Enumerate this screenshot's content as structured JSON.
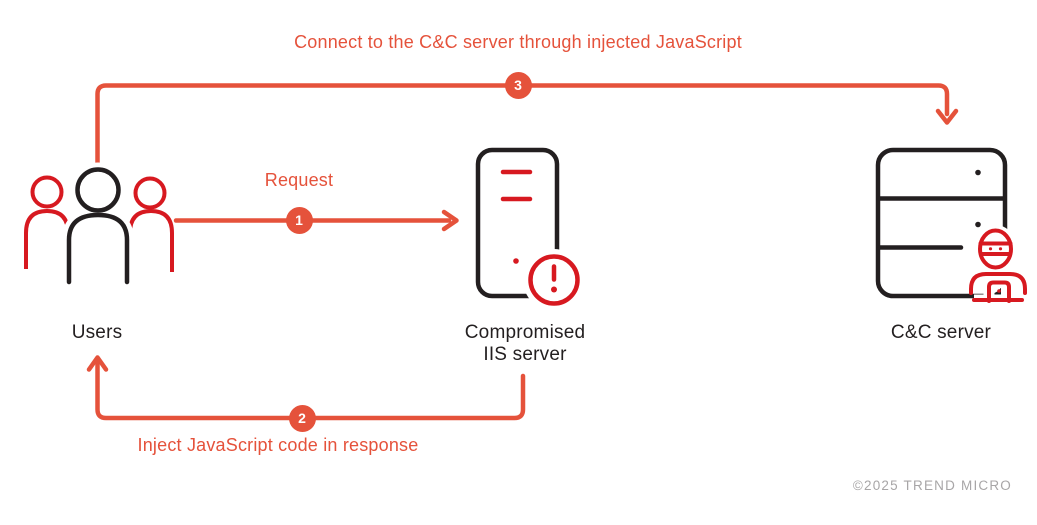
{
  "page": {
    "background": "#FFFFFF"
  },
  "colors": {
    "flow_orange": "#E5523B",
    "accent_red": "#D71920",
    "icon_black": "#231F20",
    "muted_gray": "#A8A6A7"
  },
  "diagram": {
    "nodes": [
      {
        "id": "users",
        "label": "Users",
        "icon": "users-icon"
      },
      {
        "id": "iis",
        "label": "Compromised\nIIS server",
        "icon": "server-tower-warning-icon"
      },
      {
        "id": "cc",
        "label": "C&C server",
        "icon": "server-rack-hacker-icon"
      }
    ],
    "steps": [
      {
        "number": "1",
        "label": "Request"
      },
      {
        "number": "2",
        "label": "Inject JavaScript code in response"
      },
      {
        "number": "3",
        "label": "Connect to the C&C server through injected JavaScript"
      }
    ]
  },
  "footer": {
    "copyright": "©2025 TREND MICRO"
  }
}
